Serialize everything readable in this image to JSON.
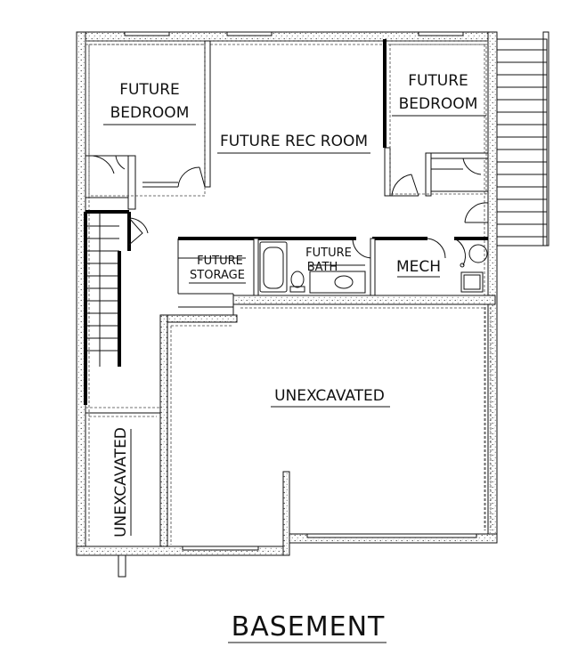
{
  "rooms": {
    "bedroom_left": [
      "FUTURE",
      "BEDROOM"
    ],
    "rec_room": "FUTURE REC ROOM",
    "bedroom_right": [
      "FUTURE",
      "BEDROOM"
    ],
    "storage": [
      "FUTURE",
      "STORAGE"
    ],
    "bath": [
      "FUTURE",
      "BATH"
    ],
    "mech": "MECH",
    "unexcavated_main": "UNEXCAVATED",
    "unexcavated_side": "UNEXCAVATED"
  },
  "title": "BASEMENT"
}
